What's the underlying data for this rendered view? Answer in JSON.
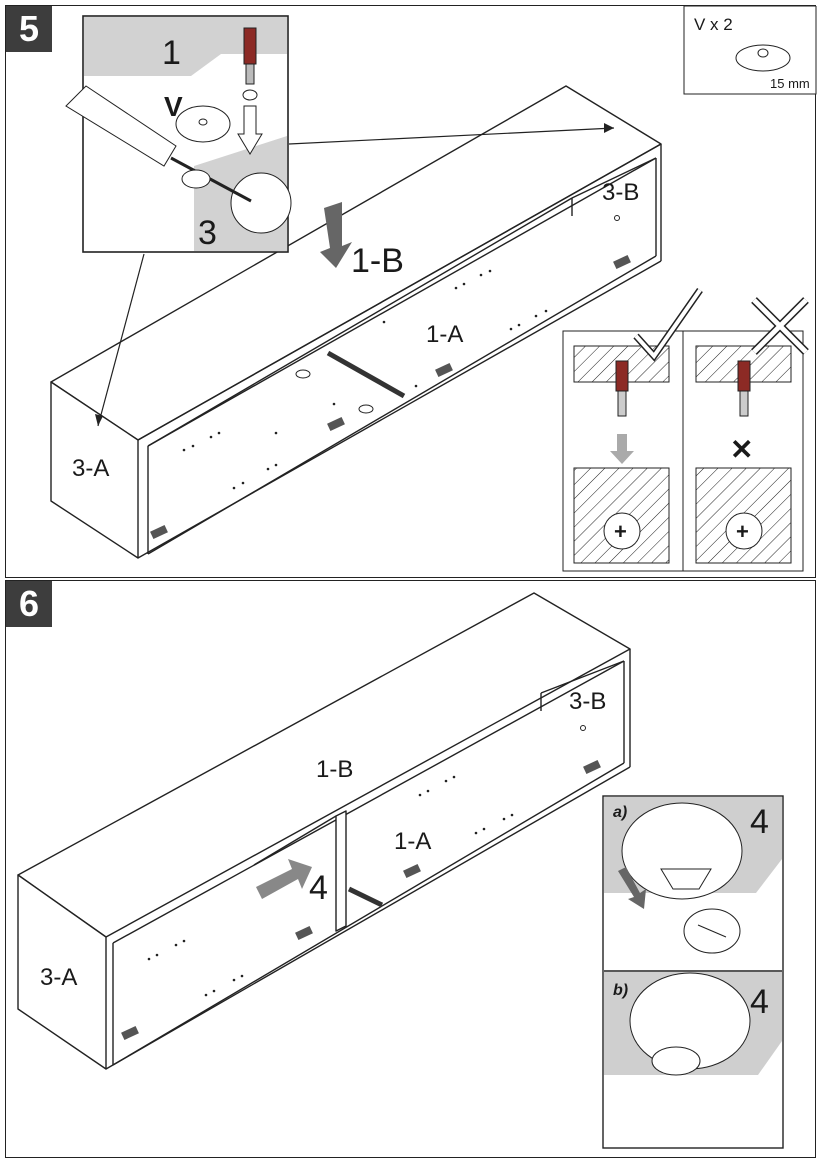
{
  "step5": {
    "number": "5",
    "parts": {
      "top_panel": "1-B",
      "bottom_panel": "1-A",
      "left_side": "3-A",
      "right_side": "3-B"
    },
    "detail": {
      "top_part": "1",
      "washer_letter": "V",
      "side_part": "3"
    },
    "hardware": {
      "quantity": "V x 2",
      "size": "15 mm"
    },
    "wrong_mark": "✕"
  },
  "step6": {
    "number": "6",
    "parts": {
      "top_panel": "1-B",
      "bottom_panel": "1-A",
      "left_side": "3-A",
      "right_side": "3-B",
      "divider": "4"
    },
    "detail": {
      "a_label": "a)",
      "a_part": "4",
      "b_label": "b)",
      "b_part": "4"
    }
  }
}
